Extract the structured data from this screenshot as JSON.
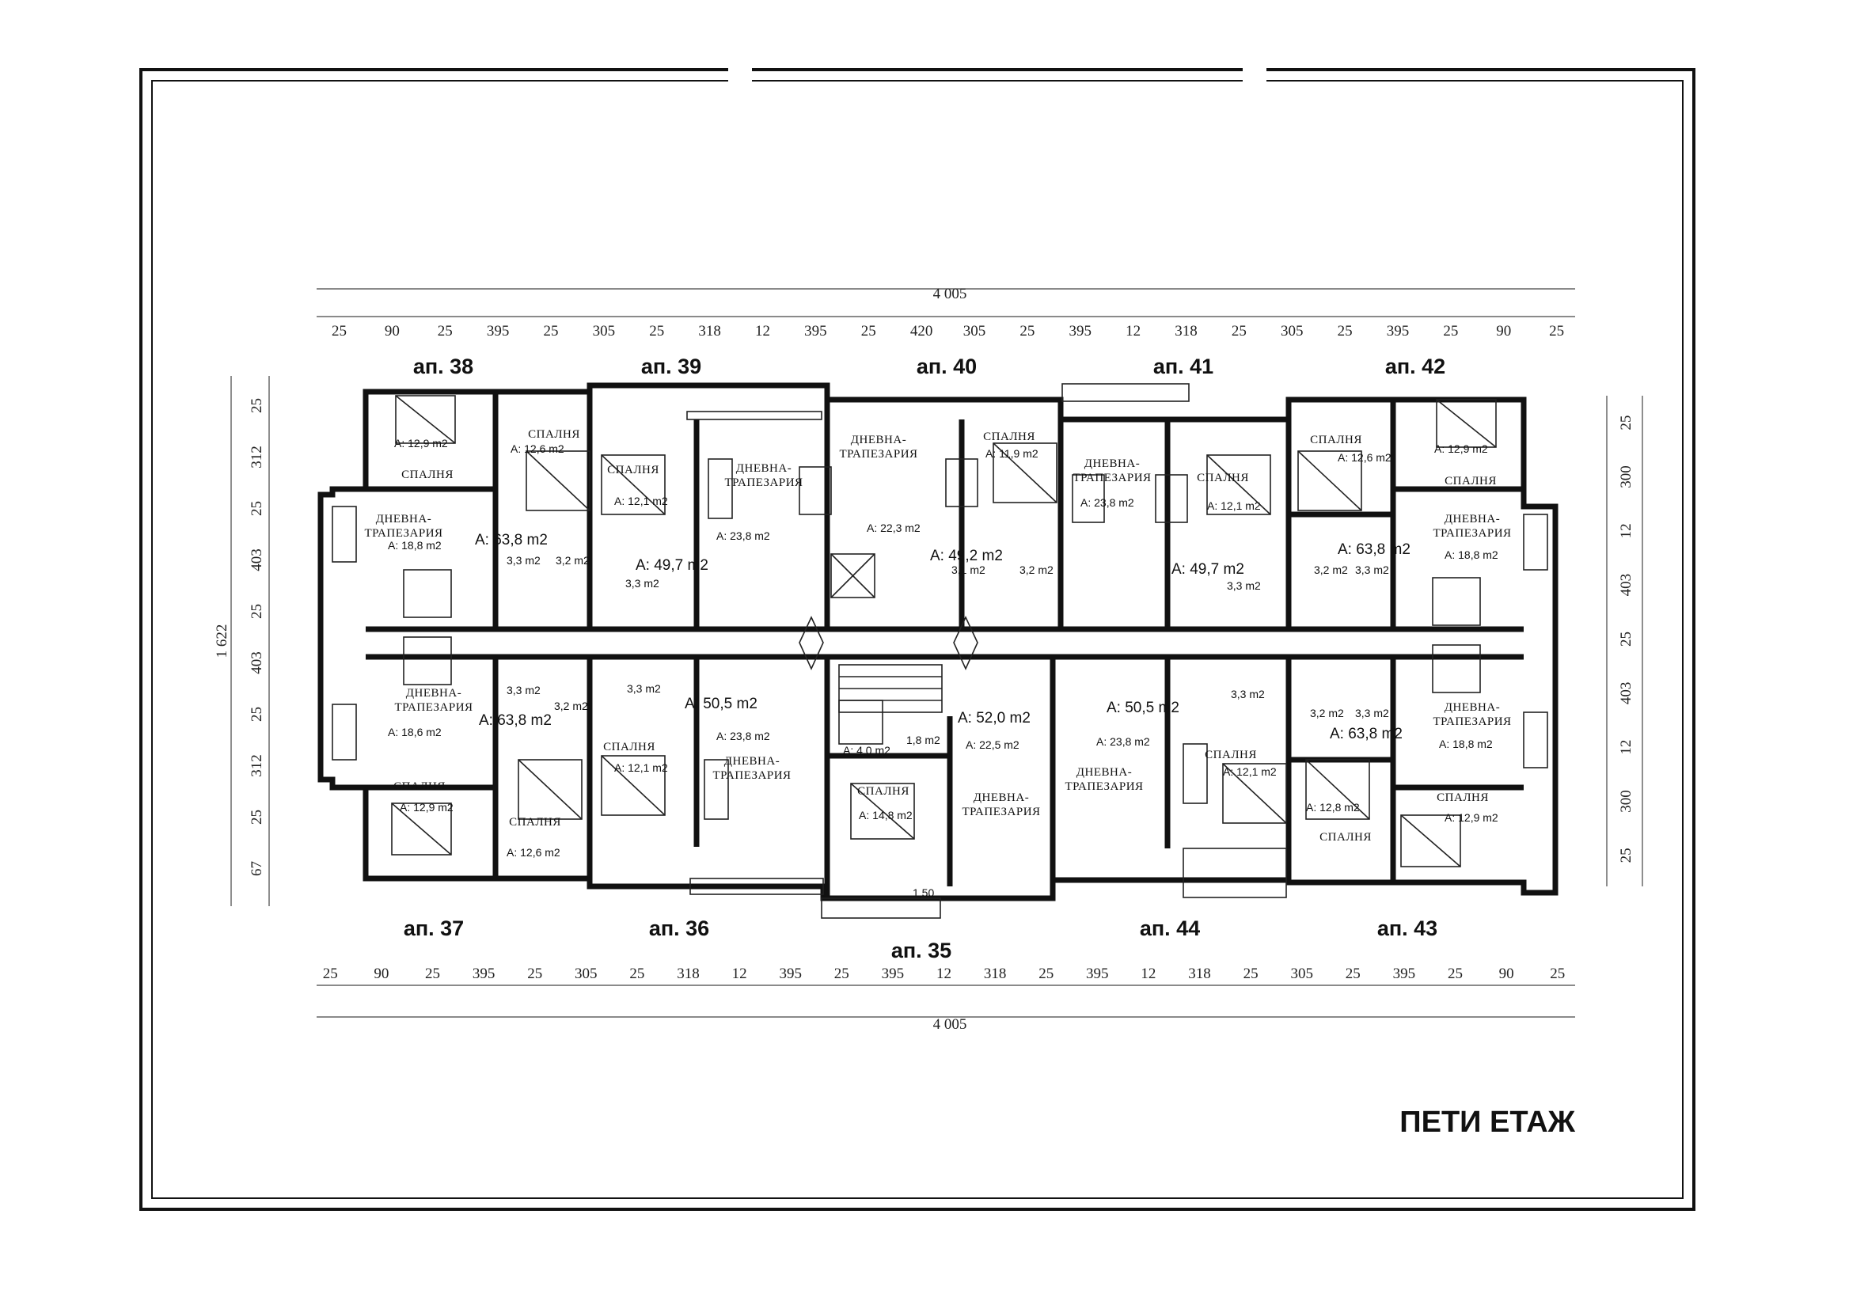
{
  "title": "ПЕТИ ЕТАЖ",
  "total_width": "4 005",
  "total_height": "1 622",
  "dims_top": [
    "25",
    "90",
    "25",
    "395",
    "25",
    "305",
    "25",
    "318",
    "12",
    "395",
    "25",
    "420",
    "305",
    "25",
    "395",
    "12",
    "318",
    "25",
    "305",
    "25",
    "395",
    "25",
    "90",
    "25"
  ],
  "dims_bottom": [
    "25",
    "90",
    "25",
    "395",
    "25",
    "305",
    "25",
    "318",
    "12",
    "395",
    "25",
    "395",
    "12",
    "318",
    "25",
    "395",
    "12",
    "318",
    "25",
    "305",
    "25",
    "395",
    "25",
    "90",
    "25"
  ],
  "dims_left": [
    "25",
    "312",
    "25",
    "403",
    "25",
    "403",
    "25",
    "312",
    "25",
    "67"
  ],
  "dims_right": [
    "25",
    "300",
    "12",
    "403",
    "25",
    "403",
    "12",
    "300",
    "25"
  ],
  "apartments_top": [
    {
      "label": "ап. 38",
      "area": "А: 63,8 m2"
    },
    {
      "label": "ап. 39",
      "area": "А: 49,7 m2"
    },
    {
      "label": "ап. 40",
      "area": "А: 49,2 m2"
    },
    {
      "label": "ап. 41",
      "area": "А: 49,7 m2"
    },
    {
      "label": "ап. 42",
      "area": "А: 63,8 m2"
    }
  ],
  "apartments_bottom": [
    {
      "label": "ап. 37",
      "area": "А: 63,8 m2"
    },
    {
      "label": "ап. 36",
      "area": "А: 50,5 m2"
    },
    {
      "label": "ап. 35",
      "area": "А: 52,0 m2"
    },
    {
      "label": "ап. 44",
      "area": "А: 50,5 m2"
    },
    {
      "label": "ап. 43",
      "area": "А: 63,8 m2"
    }
  ],
  "rooms": {
    "bedroom": "СПАЛНЯ",
    "living": [
      "ДНЕВНА-",
      "ТРАПЕЗАРИЯ"
    ]
  },
  "room_areas": {
    "top": [
      [
        "А: 12,9 m2",
        "А: 12,6 m2",
        "А: 18,8 m2",
        "3,3 m2",
        "3,2 m2"
      ],
      [
        "А: 12,1 m2",
        "А: 23,8 m2",
        "3,3 m2"
      ],
      [
        "А: 22,3 m2",
        "А: 11,9 m2",
        "3,1 m2",
        "3,2 m2"
      ],
      [
        "А: 23,8 m2",
        "А: 12,1 m2",
        "3,3 m2"
      ],
      [
        "А: 12,6 m2",
        "А: 12,9 m2",
        "А: 18,8 m2",
        "3,2 m2",
        "3,3 m2"
      ]
    ],
    "bottom": [
      [
        "А: 18,6 m2",
        "А: 12,9 m2",
        "А: 12,6 m2",
        "3,3 m2",
        "3,2 m2"
      ],
      [
        "А: 12,1 m2",
        "А: 23,8 m2",
        "3,3 m2"
      ],
      [
        "А: 4,0 m2",
        "1,8 m2",
        "А: 22,5 m2",
        "А: 14,8 m2"
      ],
      [
        "А: 23,8 m2",
        "А: 12,1 m2",
        "3,3 m2"
      ],
      [
        "3,2 m2",
        "3,3 m2",
        "А: 18,8 m2",
        "А: 12,9 m2",
        "А: 12,8 m2"
      ]
    ]
  },
  "balcony_dim": "1,50"
}
